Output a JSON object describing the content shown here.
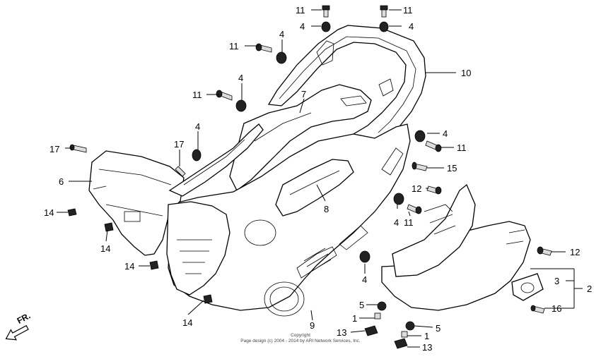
{
  "diagram": {
    "callouts": {
      "c11_top_a": "11",
      "c4_top_a": "4",
      "c11_top_b": "11",
      "c4_top_b": "4",
      "c4_mid_a": "4",
      "c11_mid_a": "11",
      "c4_mid_b": "4",
      "c11_mid_b": "11",
      "c10": "10",
      "c7": "7",
      "c4_left": "4",
      "c17_a": "17",
      "c17_b": "17",
      "c6": "6",
      "c14_a": "14",
      "c14_b": "14",
      "c14_c": "14",
      "c14_d": "14",
      "c8": "8",
      "c4_r1": "4",
      "c11_r1": "11",
      "c15": "15",
      "c12_a": "12",
      "c4_r2": "4",
      "c11_r2": "11",
      "c12_b": "12",
      "c3": "3",
      "c2": "2",
      "c16": "16",
      "c4_low": "4",
      "c5_a": "5",
      "c1_a": "1",
      "c9": "9",
      "c13_a": "13",
      "c1_b": "1",
      "c5_b": "5",
      "c13_b": "13"
    },
    "direction_label": "FR.",
    "copyright_line1": "Copyright",
    "copyright_line2": "Page design (c) 2004 - 2014 by ARI Network Services, Inc."
  }
}
